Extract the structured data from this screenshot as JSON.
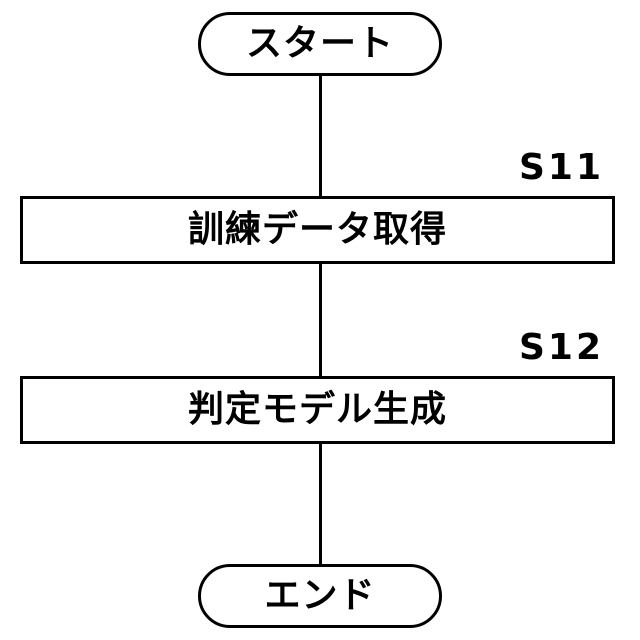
{
  "flowchart": {
    "start": {
      "label": "スタート"
    },
    "steps": [
      {
        "id": "S11",
        "label": "訓練データ取得"
      },
      {
        "id": "S12",
        "label": "判定モデル生成"
      }
    ],
    "end": {
      "label": "エンド"
    }
  }
}
